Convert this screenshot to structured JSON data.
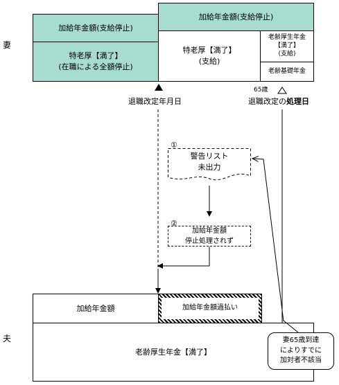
{
  "wife": {
    "label": "妻",
    "left_top": "加給年金額(支給停止)",
    "left_bottom_1": "特老厚【満了】",
    "left_bottom_2": "(在職による全額停止)",
    "right_top": "加給年金額(支給停止)",
    "right_mid_1": "特老厚【満了】",
    "right_mid_2": "(支給)",
    "right_r1_1": "老齢厚生年金",
    "right_r1_2": "【満了】",
    "right_r1_3": "(支給)",
    "right_r2": "老齢基礎年金"
  },
  "markers": {
    "age65": "65歳",
    "retire_date": "退職改定年月日",
    "process_date_prefix": "退職改定の",
    "process_date_bold": "処理日"
  },
  "steps": {
    "step1_num": "①",
    "step1_l1": "警告リスト",
    "step1_l2": "未出力",
    "step2_num": "②",
    "step2_l1": "加給年金額",
    "step2_l2": "停止処理されず"
  },
  "husband": {
    "label": "夫",
    "top_left": "加給年金額",
    "overpay": "加給年金額過払い",
    "bottom": "老齢厚生年金【満了】"
  },
  "callout": {
    "l1": "妻65歳到達",
    "l2": "によりすでに",
    "l3": "加対者不該当"
  }
}
